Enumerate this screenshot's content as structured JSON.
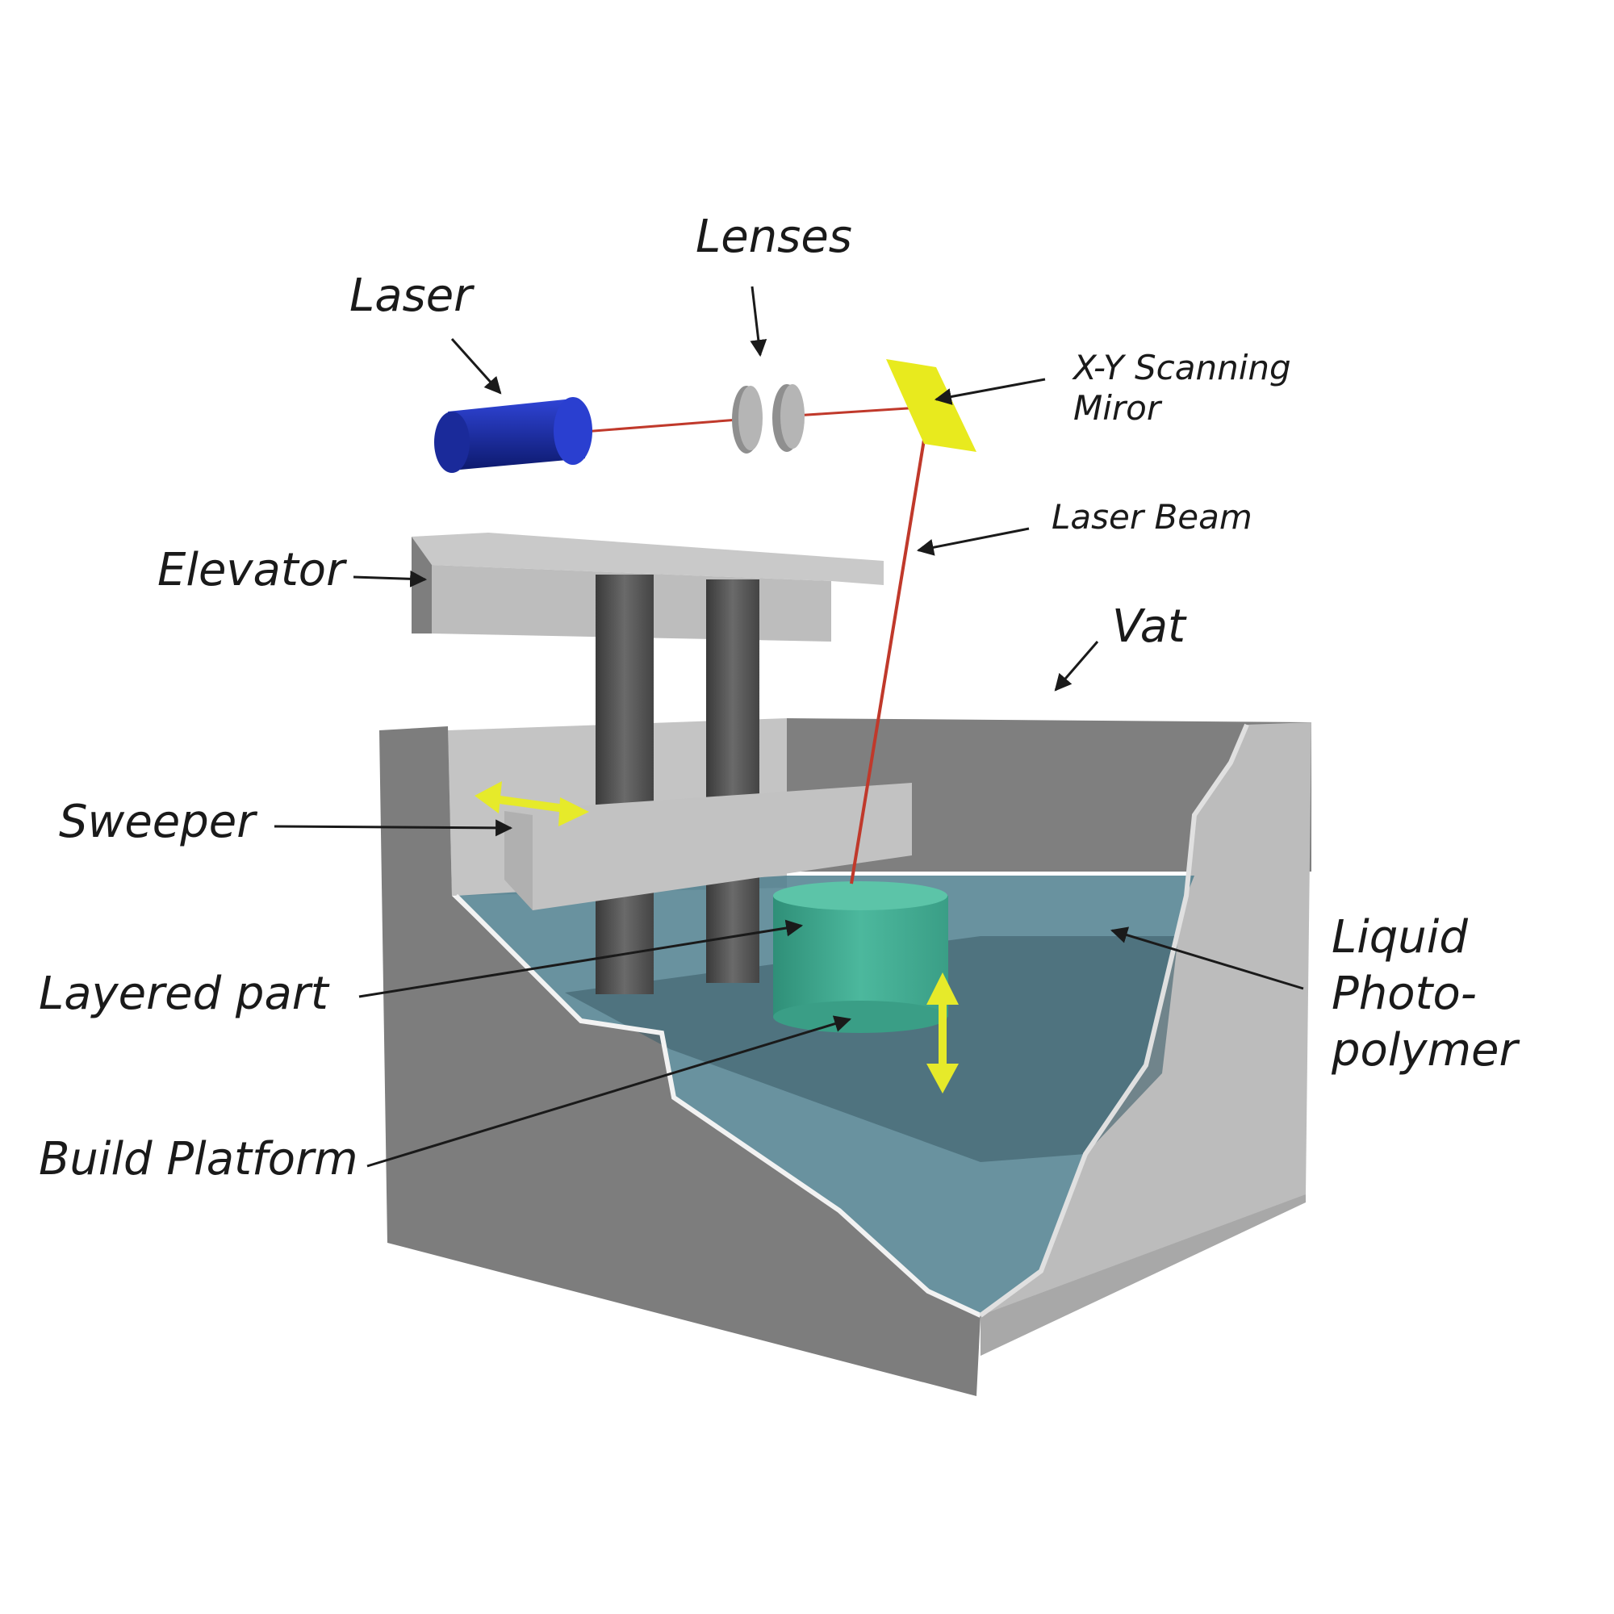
{
  "labels": {
    "laser": "Laser",
    "lenses": "Lenses",
    "mirror_line1": "X-Y Scanning",
    "mirror_line2": "Miror",
    "laser_beam": "Laser Beam",
    "elevator": "Elevator",
    "vat": "Vat",
    "sweeper": "Sweeper",
    "layered_part": "Layered part",
    "liquid_line1": "Liquid",
    "liquid_line2": "Photo-",
    "liquid_line3": "polymer",
    "build_platform": "Build Platform"
  },
  "colors": {
    "laser_body": "#1f33b8",
    "mirror": "#e8ea1e",
    "motion_arrow": "#e6ea2a",
    "part": "#3fa98f",
    "resin": "#4f7f8e",
    "vat_dark": "#808080",
    "vat_light": "#bdbdbd",
    "beam": "#c0392b"
  }
}
